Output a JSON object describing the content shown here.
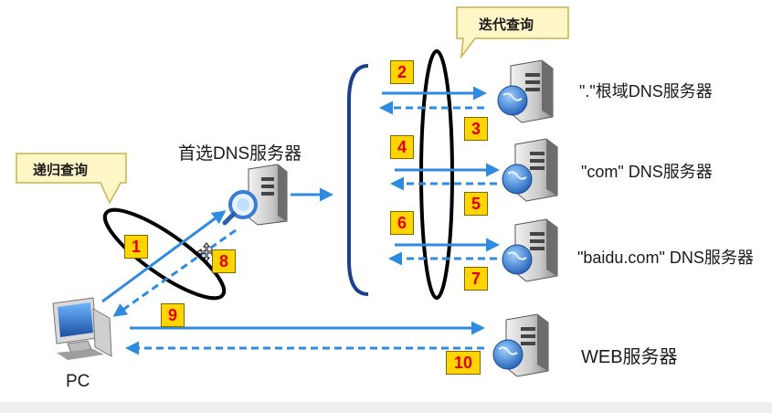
{
  "callouts": {
    "recursive": "递归查询",
    "iterative": "迭代查询"
  },
  "servers": {
    "root": "\".\"根域DNS服务器",
    "com": "\"com\" DNS服务器",
    "baidu": "\"baidu.com\" DNS服务器",
    "web": "WEB服务器",
    "preferred": "首选DNS服务器"
  },
  "client": {
    "label": "PC"
  },
  "steps": [
    "1",
    "2",
    "3",
    "4",
    "5",
    "6",
    "7",
    "8",
    "9",
    "10"
  ],
  "colors": {
    "arrow": "#2e8be0",
    "step_fill": "#ffd400",
    "step_text": "#e00000",
    "callout_fill": "#fff6c8",
    "ellipse": "#000000"
  },
  "icons": {
    "server": "server-globe-icon",
    "dns_server": "server-magnifier-icon",
    "pc": "pc-monitor-icon",
    "cursor": "cursor-move-icon"
  }
}
